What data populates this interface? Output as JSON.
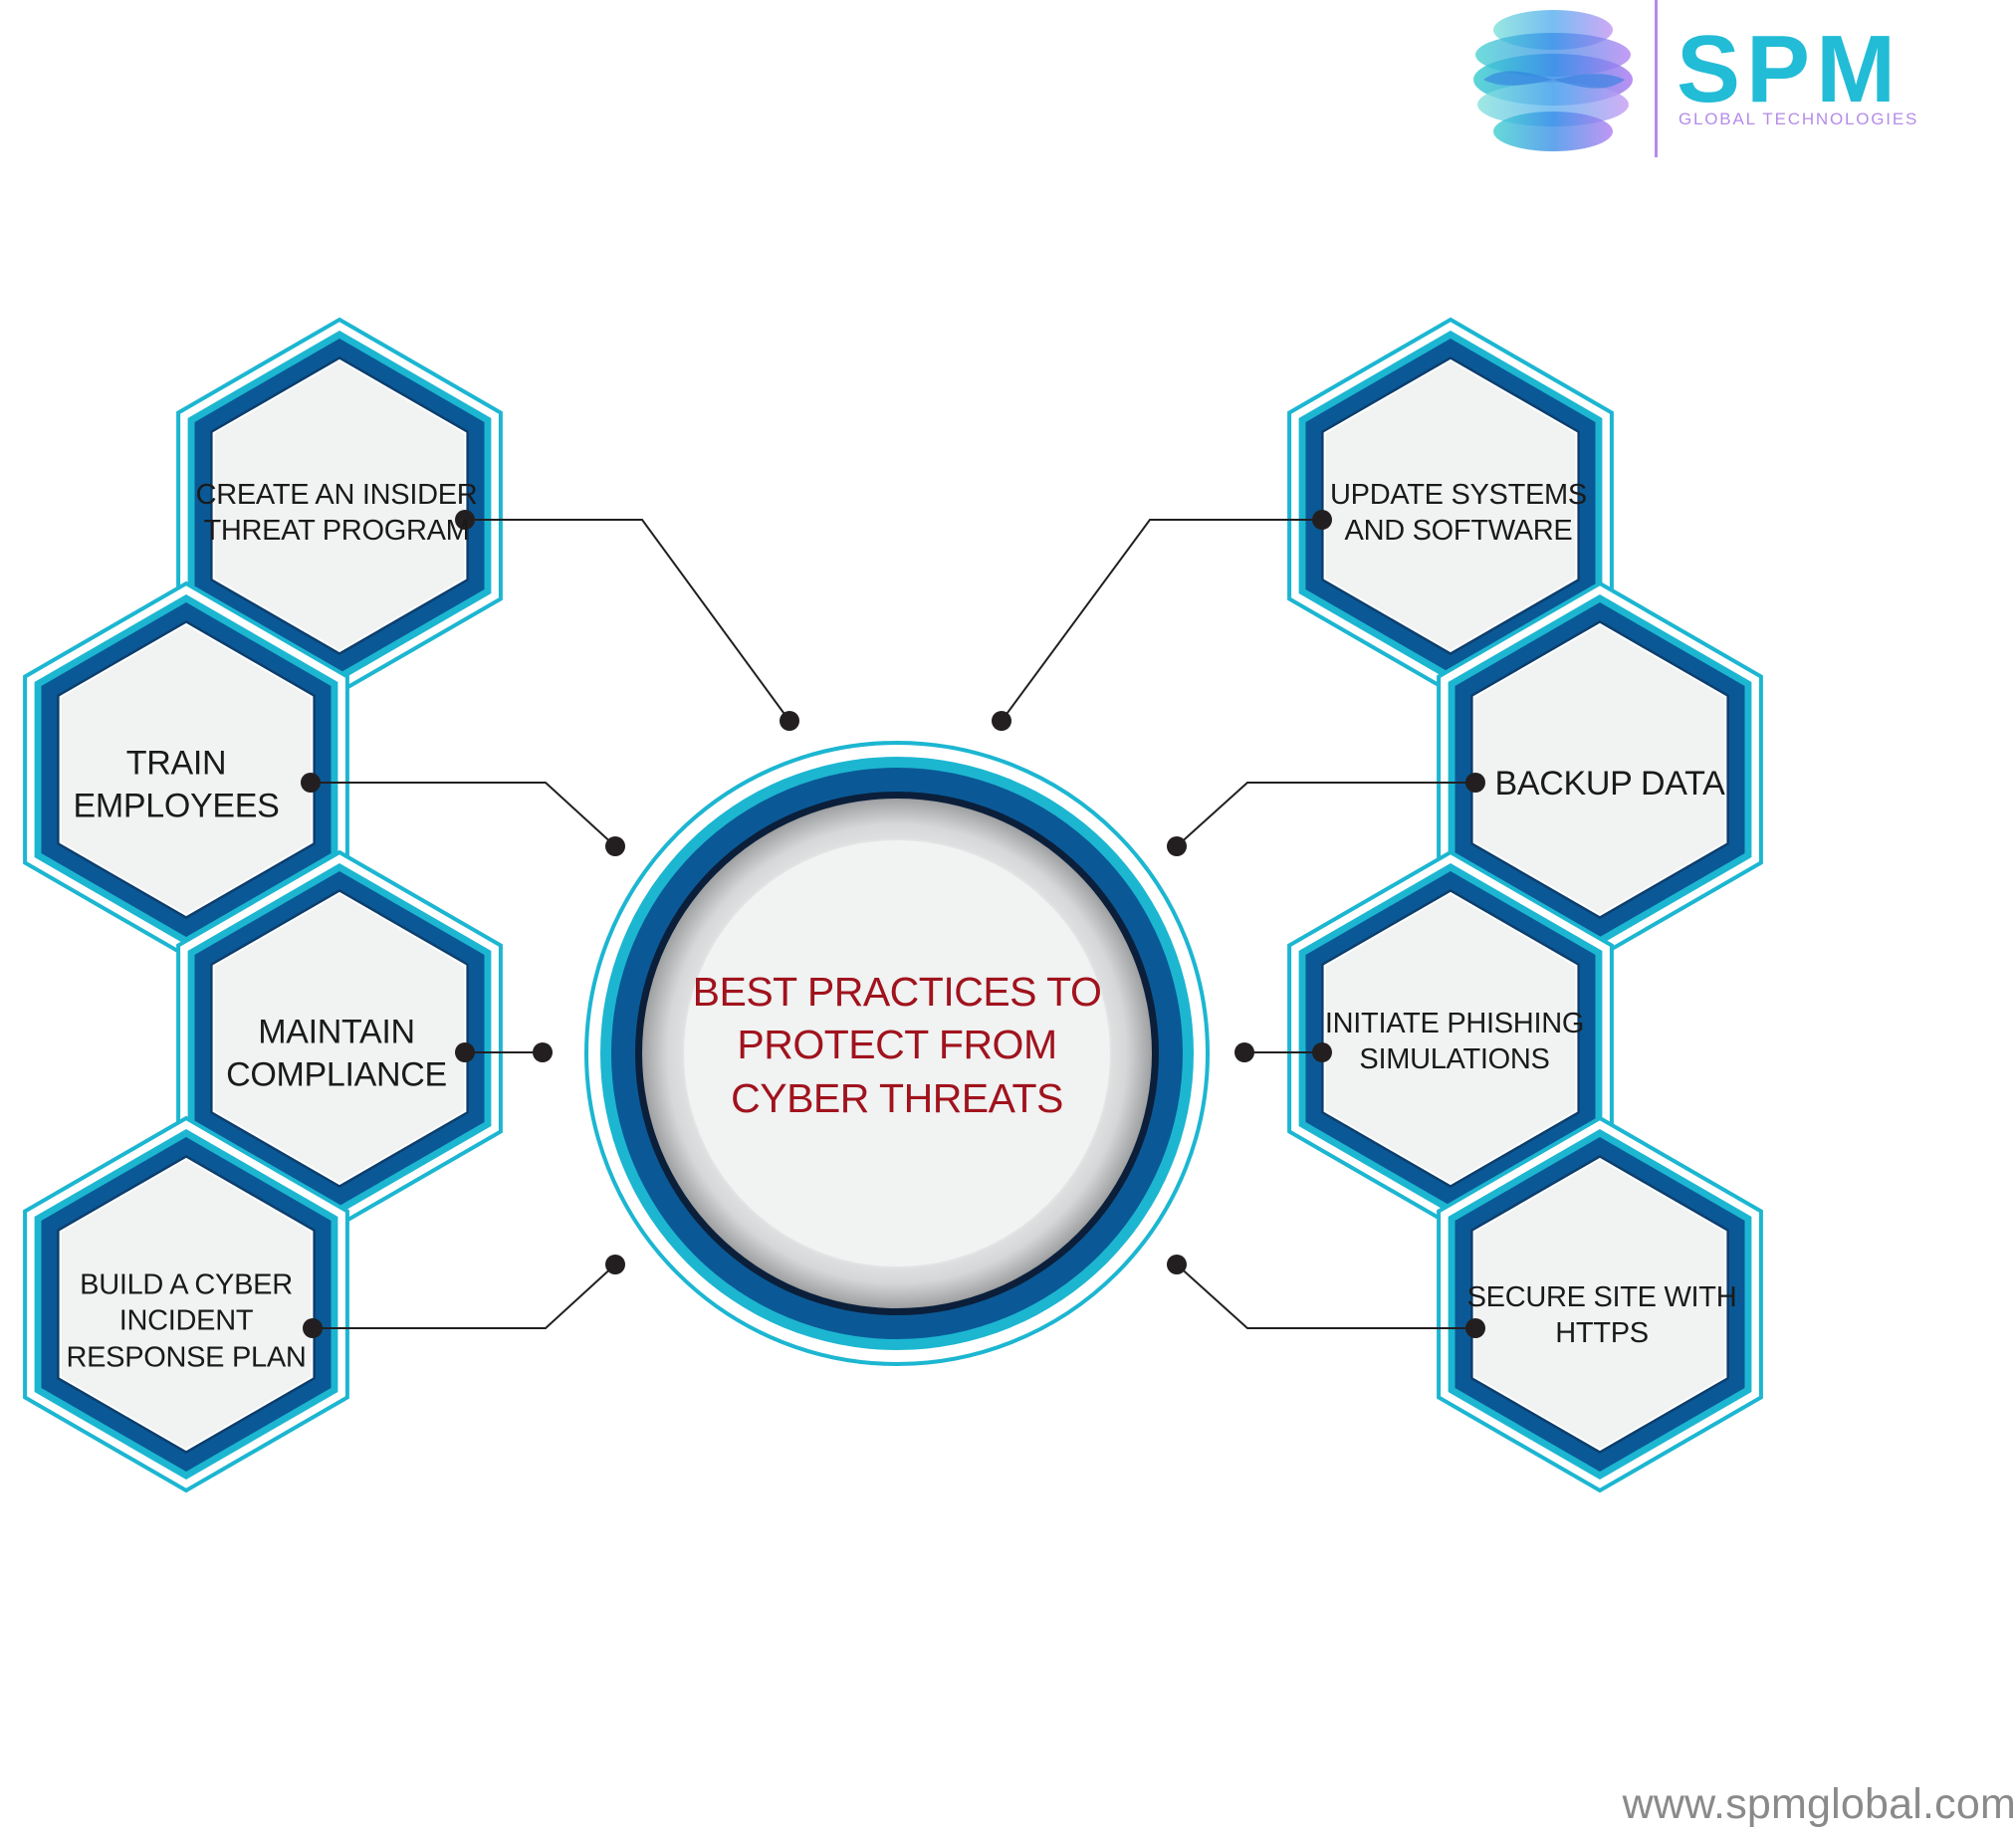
{
  "brand": {
    "name": "SPM",
    "tagline": "GLOBAL TECHNOLOGIES",
    "website": "www.spmglobal.com"
  },
  "center": {
    "lines": [
      "BEST PRACTICES TO",
      "PROTECT FROM",
      "CYBER THREATS"
    ]
  },
  "practices": {
    "left": [
      {
        "lines": [
          "CREATE AN INSIDER",
          "THREAT PROGRAM"
        ]
      },
      {
        "lines": [
          "TRAIN",
          "EMPLOYEES"
        ]
      },
      {
        "lines": [
          "MAINTAIN",
          "COMPLIANCE"
        ]
      },
      {
        "lines": [
          "BUILD A CYBER",
          "INCIDENT",
          "RESPONSE PLAN"
        ]
      }
    ],
    "right": [
      {
        "lines": [
          "UPDATE SYSTEMS",
          "AND SOFTWARE"
        ]
      },
      {
        "lines": [
          "BACKUP DATA"
        ]
      },
      {
        "lines": [
          "INITIATE PHISHING",
          "SIMULATIONS"
        ]
      },
      {
        "lines": [
          "SECURE SITE WITH",
          "HTTPS"
        ]
      }
    ]
  },
  "colors": {
    "hex_outer": "#1cb6d1",
    "hex_ring": "#0a5996",
    "hex_fill": "#f1f2f2",
    "title_red": "#a0131d",
    "connector": "#231f20"
  }
}
